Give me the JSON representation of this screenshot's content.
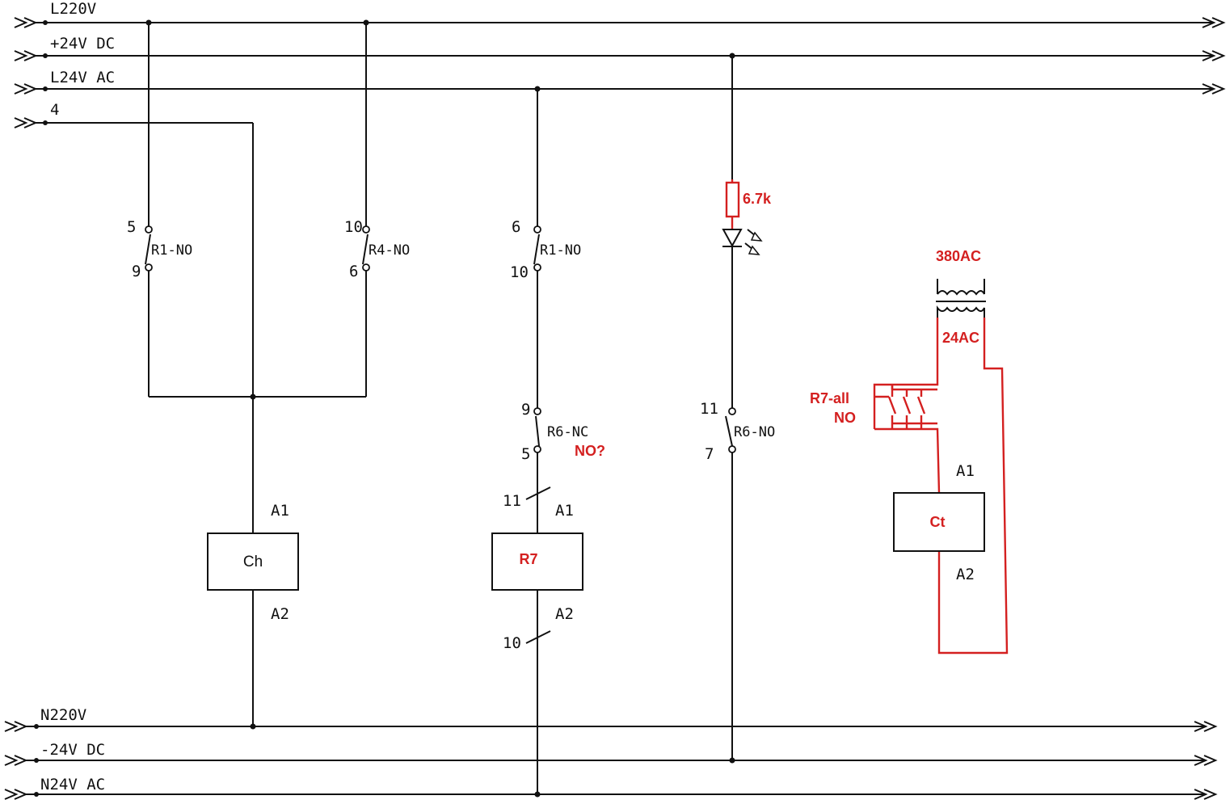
{
  "rails": {
    "top": [
      {
        "label": "L220V"
      },
      {
        "label": "+24V DC"
      },
      {
        "label": "L24V AC"
      },
      {
        "label": "4"
      }
    ],
    "bottom": [
      {
        "label": "N220V"
      },
      {
        "label": "-24V DC"
      },
      {
        "label": "N24V AC"
      }
    ]
  },
  "branch1": {
    "r1": {
      "label": "R1-NO",
      "pin_top": "5",
      "pin_bottom": "9"
    },
    "r4": {
      "label": "R4-NO",
      "pin_top": "10",
      "pin_bottom": "6"
    },
    "coil": {
      "name": "Ch",
      "a1": "A1",
      "a2": "A2"
    }
  },
  "branch2": {
    "r1": {
      "label": "R1-NO",
      "pin_top": "6",
      "pin_bottom": "10"
    },
    "r6": {
      "label": "R6-NC",
      "pin_top": "9",
      "pin_bottom": "5",
      "note": "NO?"
    },
    "pin_upper": "11",
    "pin_lower": "10",
    "coil": {
      "name": "R7",
      "a1": "A1",
      "a2": "A2"
    }
  },
  "branch3": {
    "resistor": "6.7k",
    "r6": {
      "label": "R6-NO",
      "pin_top": "11",
      "pin_bottom": "7"
    }
  },
  "branch4": {
    "primary": "380AC",
    "secondary": "24AC",
    "contacts_label_1": "R7-all",
    "contacts_label_2": "NO",
    "coil": {
      "name": "Ct",
      "a1": "A1",
      "a2": "A2"
    }
  },
  "colors": {
    "ink": "#111111",
    "annotation": "#d42020"
  }
}
